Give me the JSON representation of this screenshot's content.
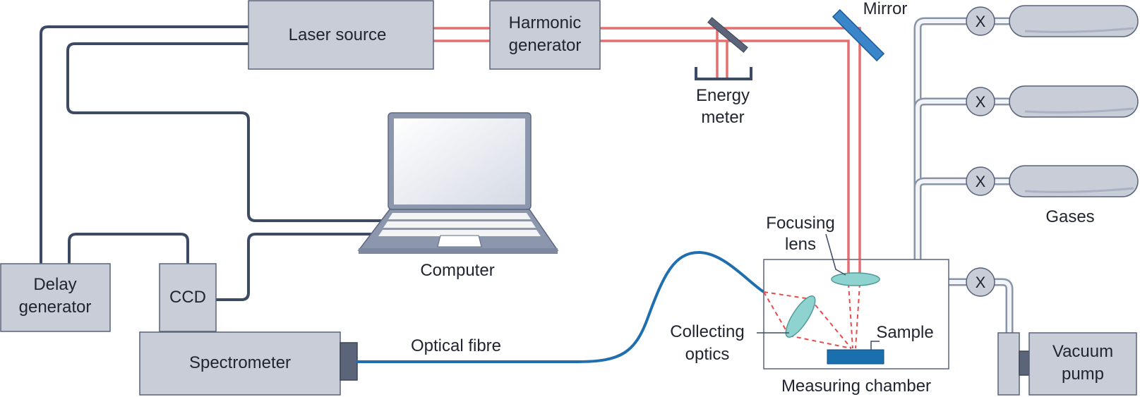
{
  "labels": {
    "laser_source": "Laser source",
    "harmonic_generator": [
      "Harmonic",
      "generator"
    ],
    "mirror": "Mirror",
    "energy_meter": [
      "Energy",
      "meter"
    ],
    "computer": "Computer",
    "delay_generator": [
      "Delay",
      "generator"
    ],
    "ccd": "CCD",
    "spectrometer": "Spectrometer",
    "optical_fibre": "Optical fibre",
    "focusing_lens": [
      "Focusing",
      "lens"
    ],
    "collecting_optics": [
      "Collecting",
      "optics"
    ],
    "sample": "Sample",
    "measuring_chamber": "Measuring chamber",
    "gases": "Gases",
    "vacuum_pump": [
      "Vacuum",
      "pump"
    ],
    "valve_symbol": "X"
  },
  "colors": {
    "box_fill": "#c8cdd8",
    "box_stroke": "#58627a",
    "cable": "#3c4a63",
    "laser_beam": "#e56f70",
    "scatter_light": "#e64c4c",
    "optical_fibre": "#1f6fb0",
    "lens": "#8fd3d0",
    "sample": "#1a6fae"
  }
}
